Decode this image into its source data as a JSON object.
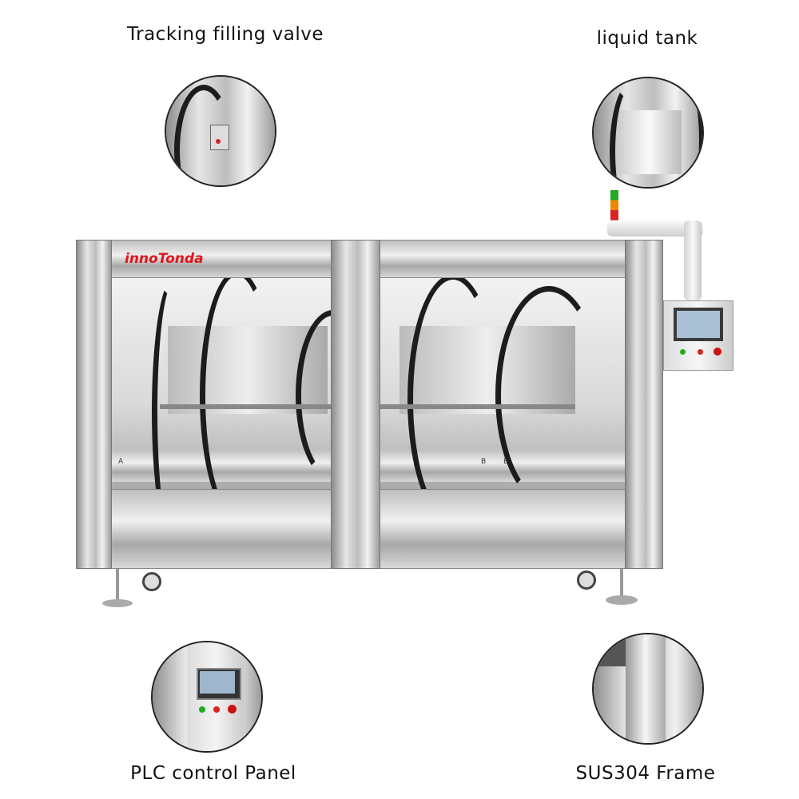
{
  "labels": {
    "top_left": "Tracking filling valve",
    "top_right": "liquid tank",
    "bottom_left": "PLC control Panel",
    "bottom_right": "SUS304 Frame"
  },
  "brand": {
    "logo_text": "innoTonda",
    "color": "#e3141c"
  },
  "machine": {
    "station_marks": [
      "A",
      "B",
      "B"
    ]
  },
  "colors": {
    "steel": "#c8c8c8",
    "hose": "#1c1c1c",
    "background": "#ffffff"
  }
}
